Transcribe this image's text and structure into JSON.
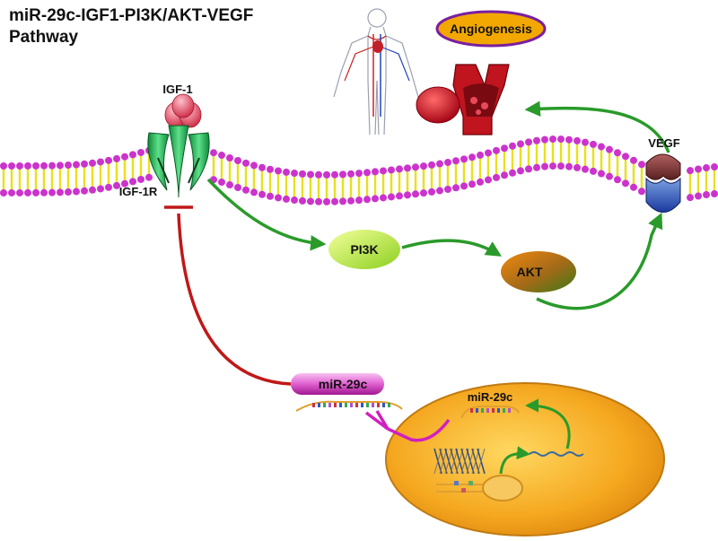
{
  "title_line1": "miR-29c-IGF1-PI3K/AKT-VEGF",
  "title_line2": "Pathway",
  "nodes": {
    "igf1": "IGF-1",
    "igf1r": "IGF-1R",
    "pi3k": "PI3K",
    "akt": "AKT",
    "vegf": "VEGF",
    "angiogenesis": "Angiogenesis",
    "mir29c": "miR-29c",
    "mir29c_nucleus": "miR-29c"
  },
  "colors": {
    "activation_arrow": "#2a9a2a",
    "inhibition_line": "#c01818",
    "membrane_head": "#cc33cc",
    "membrane_tail": "#e8e020",
    "nucleus": "#f2a020",
    "angiogenesis_fill": "#f2a800",
    "angiogenesis_border": "#7a1fa0",
    "mirna_pill": "#c020b0"
  },
  "icons": [
    "human-circulatory-system-icon",
    "blood-vessel-icon",
    "red-blood-cell-icon",
    "dna-helix-icon",
    "mrna-strand-icon"
  ]
}
